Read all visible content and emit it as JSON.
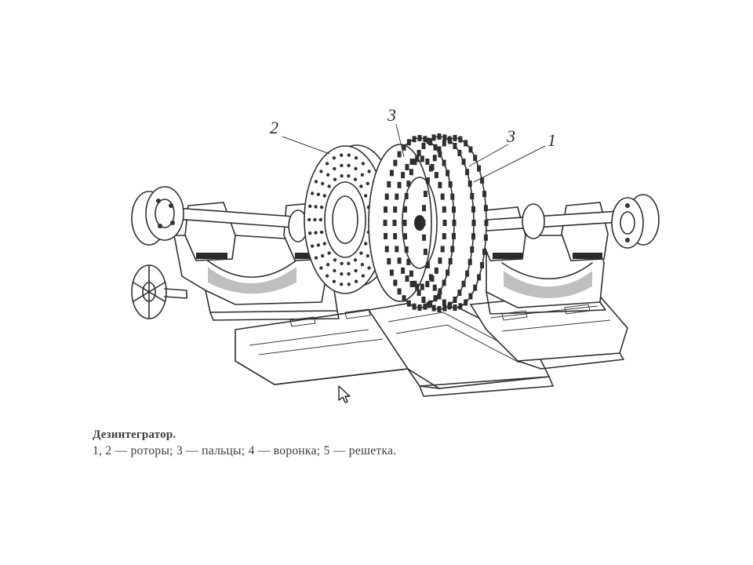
{
  "labels": {
    "rotor_left": "2",
    "fingers_top": "3",
    "fingers_right": "3",
    "rotor_right": "1"
  },
  "caption": {
    "title": "Дезинтегратор.",
    "legend": "1, 2 — роторы; 3 — пальцы; 4 — воронка; 5 — решетка."
  },
  "icons": {
    "cursor": "mouse-pointer-icon"
  },
  "colors": {
    "ink": "#2f2f2f",
    "paper": "#ffffff"
  }
}
